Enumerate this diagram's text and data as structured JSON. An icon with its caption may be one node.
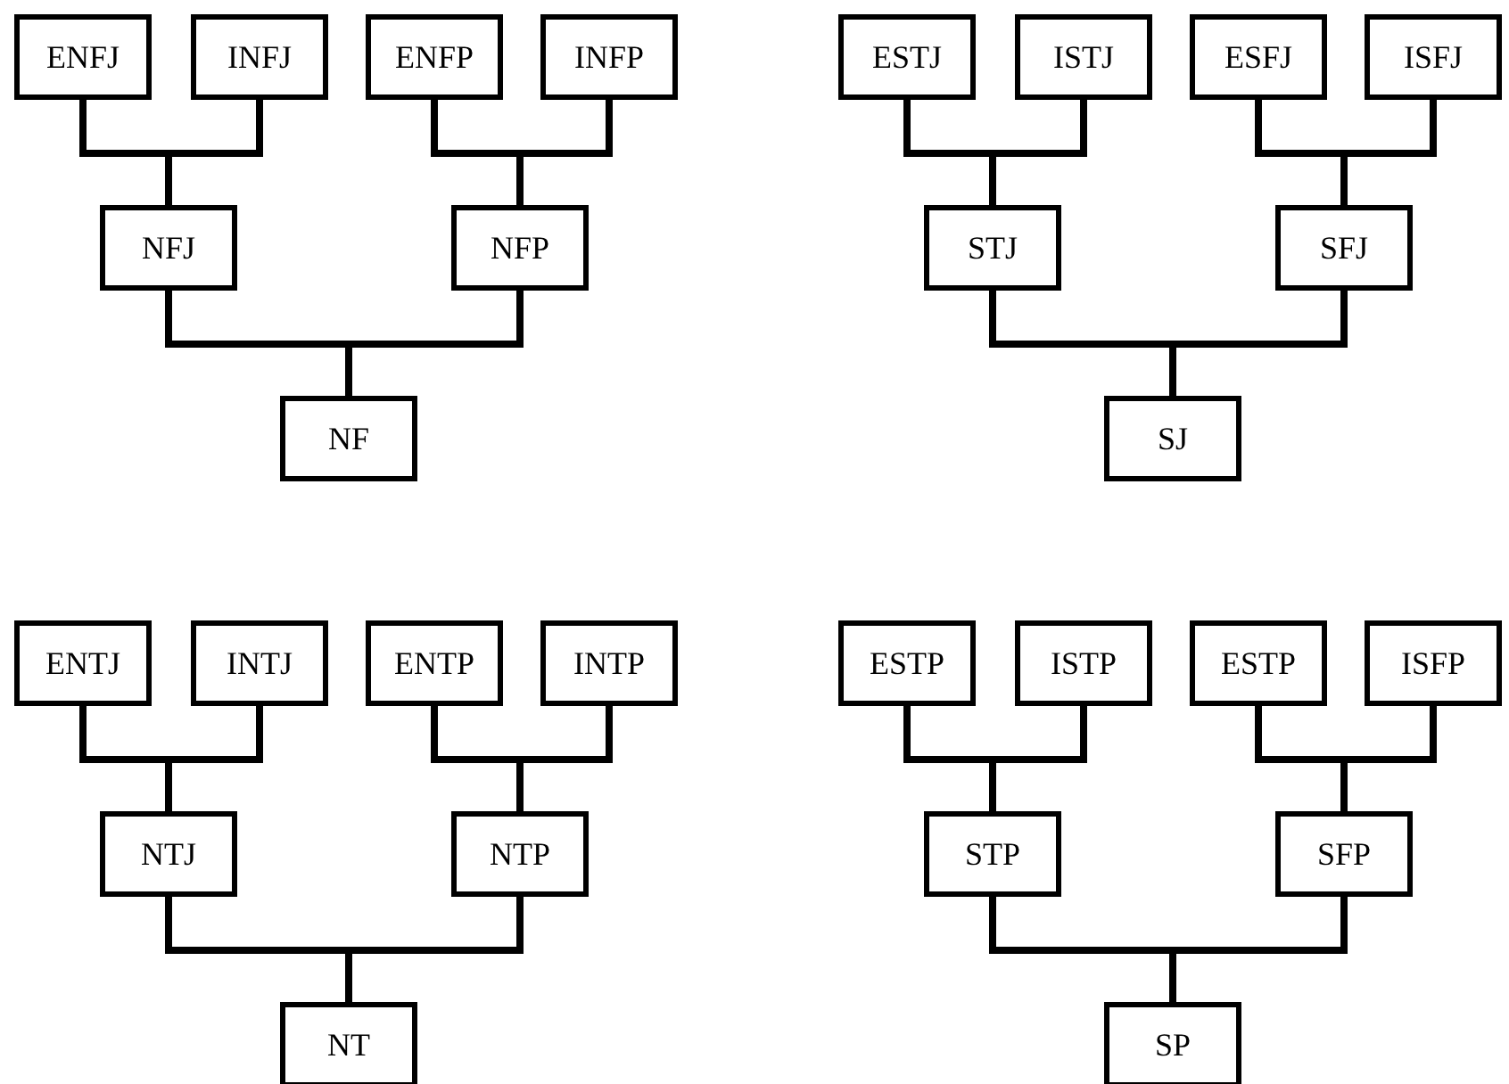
{
  "diagram": {
    "nodes": [
      {
        "text": [
          "ENFJ"
        ]
      },
      {
        "text": [
          "INFJ"
        ]
      },
      {
        "text": [
          "ENFP"
        ]
      },
      {
        "text": [
          "INFP"
        ]
      },
      {
        "text": [
          "NFJ"
        ]
      },
      {
        "text": [
          "NFP"
        ]
      },
      {
        "text": [
          "NF"
        ]
      },
      {
        "text": [
          "ESTJ"
        ]
      },
      {
        "text": [
          "ISTJ"
        ]
      },
      {
        "text": [
          "ESFJ"
        ]
      },
      {
        "text": [
          "ISFJ"
        ]
      },
      {
        "text": [
          "STJ"
        ]
      },
      {
        "text": [
          "SFJ"
        ]
      },
      {
        "text": [
          "SJ"
        ]
      },
      {
        "text": [
          "ENTJ"
        ]
      },
      {
        "text": [
          "INTJ"
        ]
      },
      {
        "text": [
          "ENTP"
        ]
      },
      {
        "text": [
          "INTP"
        ]
      },
      {
        "text": [
          "NTJ"
        ]
      },
      {
        "text": [
          "NTP"
        ]
      },
      {
        "text": [
          "NT"
        ]
      },
      {
        "text": [
          "ESTP"
        ]
      },
      {
        "text": [
          "ISTP"
        ]
      },
      {
        "text": [
          "ESTP"
        ]
      },
      {
        "text": [
          "ISFP"
        ]
      },
      {
        "text": [
          "STP"
        ]
      },
      {
        "text": [
          "SFP"
        ]
      },
      {
        "text": [
          "SP"
        ]
      }
    ],
    "edges": [
      {
        "from": 0,
        "to": 4,
        "arrow": "none"
      },
      {
        "from": 1,
        "to": 4,
        "arrow": "none"
      },
      {
        "from": 2,
        "to": 5,
        "arrow": "none"
      },
      {
        "from": 3,
        "to": 5,
        "arrow": "none"
      },
      {
        "from": 4,
        "to": 6,
        "arrow": "none"
      },
      {
        "from": 5,
        "to": 6,
        "arrow": "none"
      },
      {
        "from": 7,
        "to": 11,
        "arrow": "none"
      },
      {
        "from": 8,
        "to": 11,
        "arrow": "none"
      },
      {
        "from": 9,
        "to": 12,
        "arrow": "none"
      },
      {
        "from": 10,
        "to": 12,
        "arrow": "none"
      },
      {
        "from": 11,
        "to": 13,
        "arrow": "none"
      },
      {
        "from": 12,
        "to": 13,
        "arrow": "none"
      },
      {
        "from": 14,
        "to": 18,
        "arrow": "none"
      },
      {
        "from": 15,
        "to": 18,
        "arrow": "none"
      },
      {
        "from": 16,
        "to": 19,
        "arrow": "none"
      },
      {
        "from": 17,
        "to": 19,
        "arrow": "none"
      },
      {
        "from": 18,
        "to": 20,
        "arrow": "none"
      },
      {
        "from": 19,
        "to": 20,
        "arrow": "none"
      },
      {
        "from": 21,
        "to": 25,
        "arrow": "none"
      },
      {
        "from": 22,
        "to": 25,
        "arrow": "none"
      },
      {
        "from": 23,
        "to": 26,
        "arrow": "none"
      },
      {
        "from": 24,
        "to": 26,
        "arrow": "none"
      },
      {
        "from": 25,
        "to": 27,
        "arrow": "none"
      },
      {
        "from": 26,
        "to": 27,
        "arrow": "none"
      }
    ]
  }
}
